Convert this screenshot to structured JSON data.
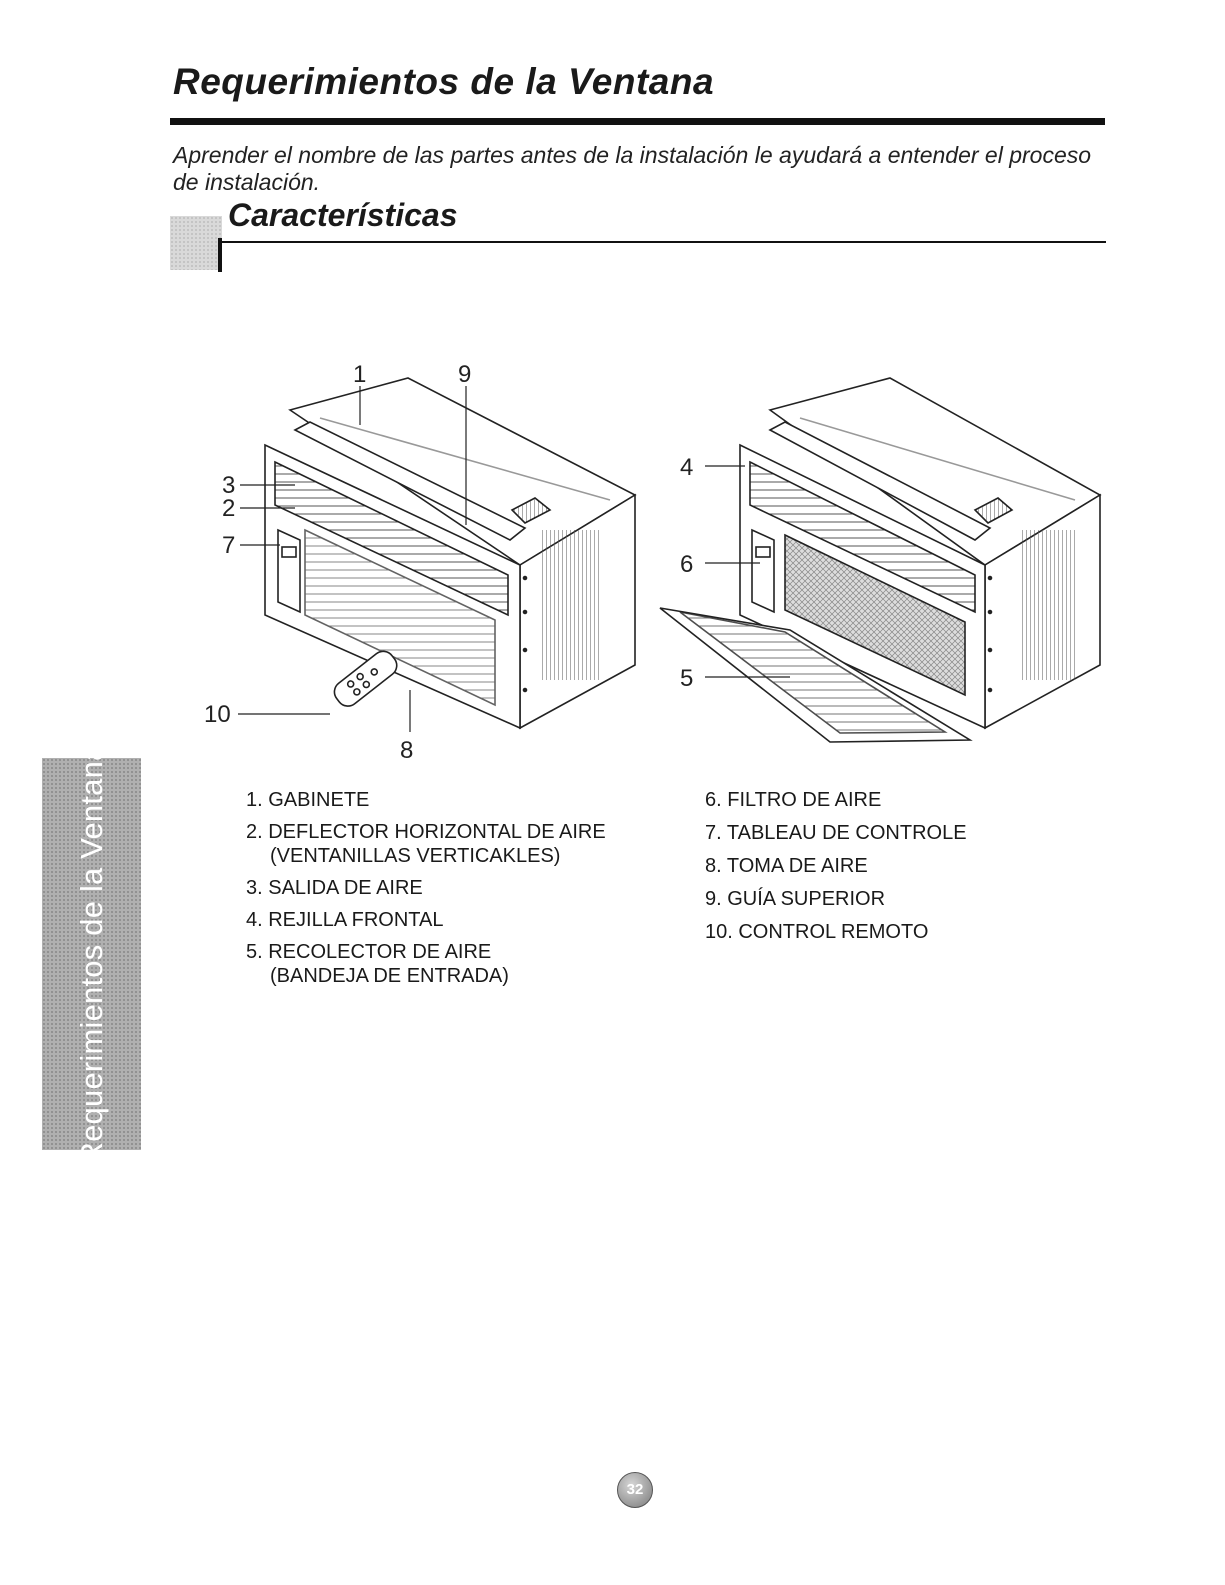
{
  "page": {
    "title": "Requerimientos de la Ventana",
    "intro": "Aprender el nombre de las partes antes de la instalación le ayudará a entender el proceso de instalación.",
    "section_title": "Características",
    "side_tab": "Requerimientos de la Ventana",
    "page_number": "32"
  },
  "callouts": [
    "1",
    "9",
    "3",
    "2",
    "7",
    "10",
    "8",
    "4",
    "6",
    "5"
  ],
  "parts_left": [
    {
      "label": "1. GABINETE",
      "sub": ""
    },
    {
      "label": "2. DEFLECTOR HORIZONTAL DE AIRE",
      "sub": "(VENTANILLAS VERTICAKLES)"
    },
    {
      "label": "3. SALIDA DE AIRE",
      "sub": ""
    },
    {
      "label": "4. REJILLA FRONTAL",
      "sub": ""
    },
    {
      "label": "5. RECOLECTOR DE AIRE",
      "sub": "(BANDEJA DE ENTRADA)"
    }
  ],
  "parts_right": [
    {
      "label": "6. FILTRO DE AIRE"
    },
    {
      "label": "7. TABLEAU DE CONTROLE"
    },
    {
      "label": "8. TOMA DE AIRE"
    },
    {
      "label": "9. GUÍA SUPERIOR"
    },
    {
      "label": "10. CONTROL REMOTO"
    }
  ]
}
